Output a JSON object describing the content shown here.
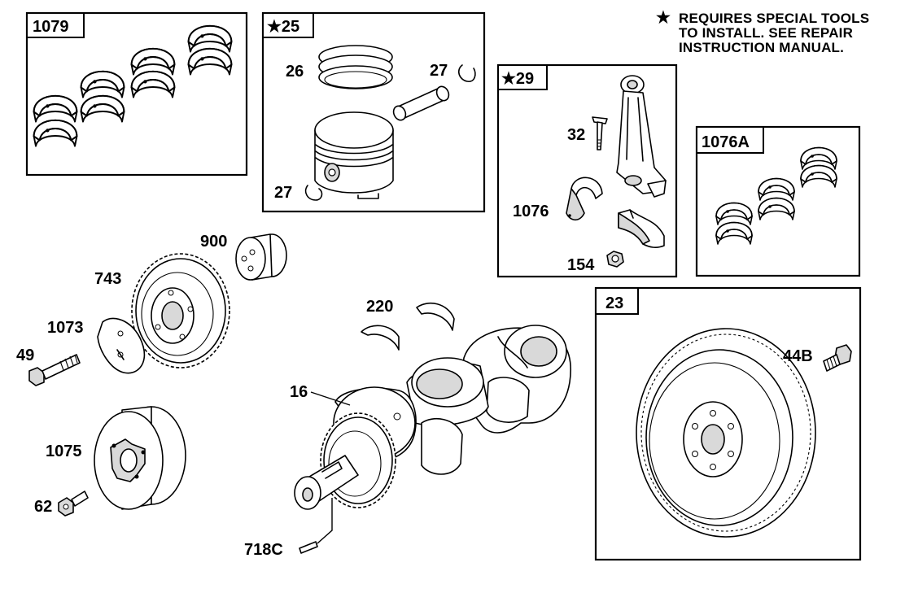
{
  "note": {
    "star": "★",
    "lines": [
      "REQUIRES SPECIAL TOOLS",
      "TO INSTALL.  SEE REPAIR",
      "INSTRUCTION MANUAL."
    ]
  },
  "boxes": {
    "b1079": "1079",
    "b25": "★25",
    "b29": "★29",
    "b1076a": "1076A",
    "b23": "23"
  },
  "labels": {
    "p26": "26",
    "p27a": "27",
    "p27b": "27",
    "p32": "32",
    "p1076": "1076",
    "p154": "154",
    "p900": "900",
    "p743": "743",
    "p1073": "1073",
    "p49": "49",
    "p1075": "1075",
    "p62": "62",
    "p220": "220",
    "p16": "16",
    "p718c": "718C",
    "p44b": "44B"
  }
}
